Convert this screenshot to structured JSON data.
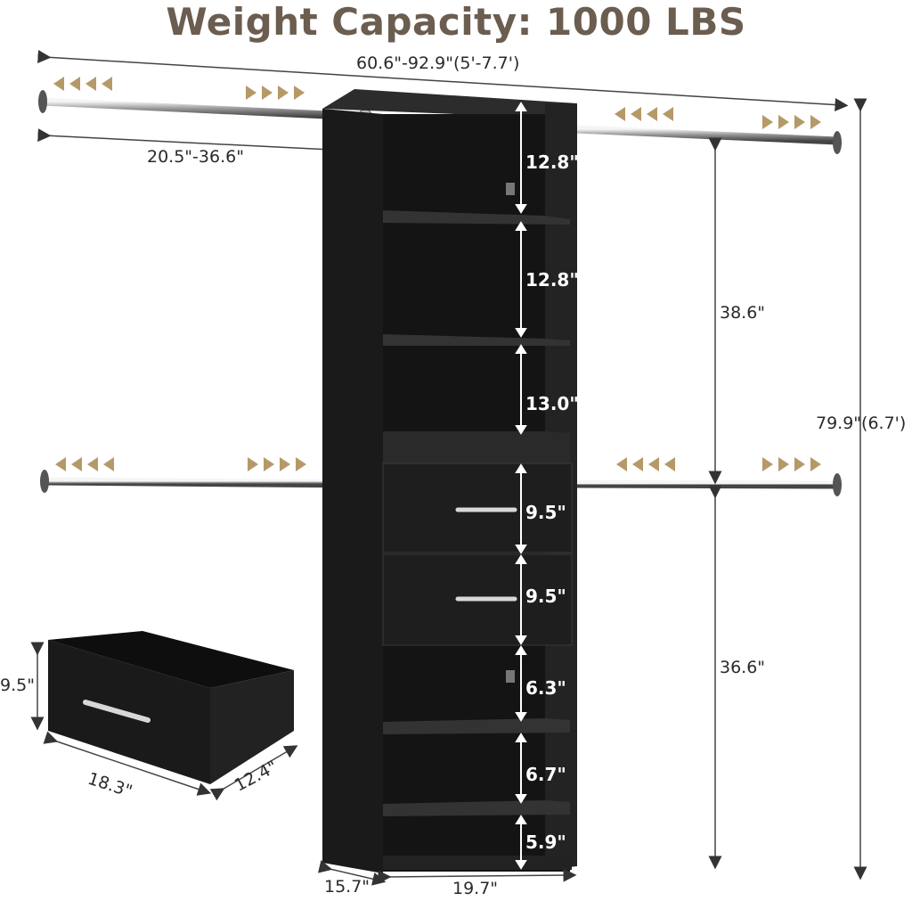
{
  "title": "Weight Capacity: 1000 LBS",
  "dims": {
    "total_width": "60.6\"-92.9\"(5'-7.7')",
    "rod_width": "20.5\"-36.6\"",
    "shelf1": "12.8\"",
    "shelf2": "12.8\"",
    "shelf3": "13.0\"",
    "drawer1": "9.5\"",
    "drawer2": "9.5\"",
    "shelf4": "6.3\"",
    "shelf5": "6.7\"",
    "shelf6": "5.9\"",
    "upper_hang": "38.6\"",
    "lower_hang": "36.6\"",
    "total_height": "79.9\"(6.7')",
    "drawer_height": "9.5\"",
    "drawer_width": "18.3\"",
    "drawer_depth": "12.4\"",
    "depth": "15.7\"",
    "tower_width": "19.7\""
  },
  "colors": {
    "title": "#6b5d4f",
    "wood": "#1c1c1c",
    "arrow": "#a8874f"
  }
}
